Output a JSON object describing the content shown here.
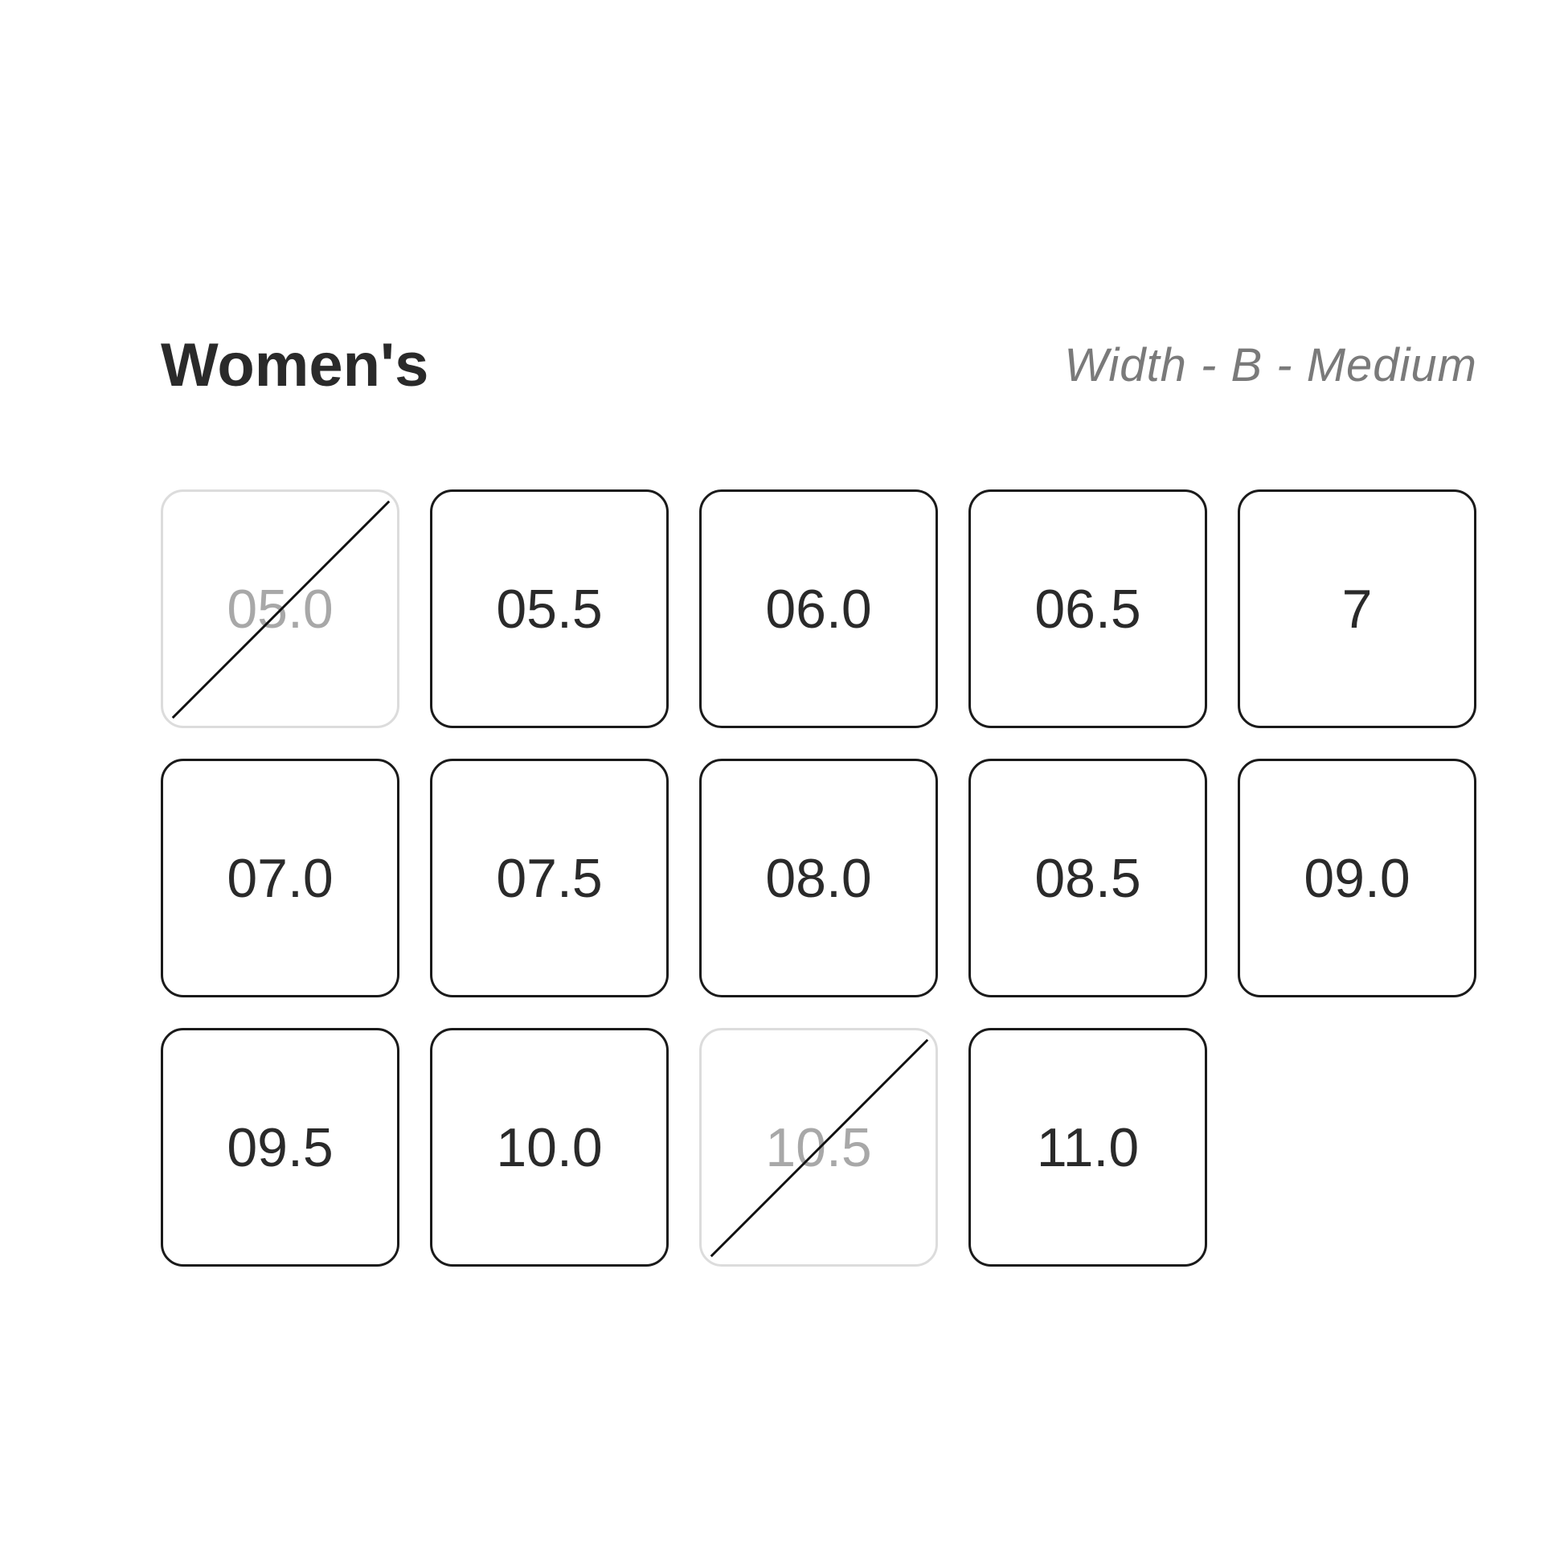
{
  "header": {
    "title": "Women's",
    "width_label": "Width - B - Medium"
  },
  "sizes": [
    {
      "label": "05.0",
      "available": false
    },
    {
      "label": "05.5",
      "available": true
    },
    {
      "label": "06.0",
      "available": true
    },
    {
      "label": "06.5",
      "available": true
    },
    {
      "label": "7",
      "available": true
    },
    {
      "label": "07.0",
      "available": true
    },
    {
      "label": "07.5",
      "available": true
    },
    {
      "label": "08.0",
      "available": true
    },
    {
      "label": "08.5",
      "available": true
    },
    {
      "label": "09.0",
      "available": true
    },
    {
      "label": "09.5",
      "available": true
    },
    {
      "label": "10.0",
      "available": true
    },
    {
      "label": "10.5",
      "available": false
    },
    {
      "label": "11.0",
      "available": true
    }
  ],
  "colors": {
    "border": "#1a1a1a",
    "disabled_border": "#dcdcdc",
    "disabled_text": "#a8a8a8",
    "text": "#2a2a2a"
  }
}
